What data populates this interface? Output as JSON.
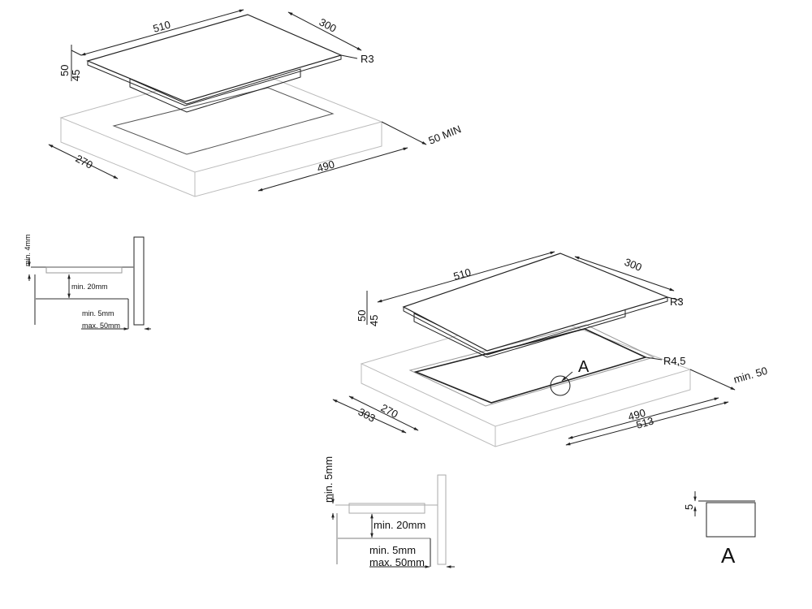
{
  "iso_top": {
    "width": "510",
    "depth": "300",
    "radius": "R3",
    "height_total": "50",
    "height_body": "45",
    "clearance": "50 MIN",
    "cutout_depth": "270",
    "cutout_width": "490"
  },
  "section_left": {
    "min_top": "min. 4mm",
    "min_below": "min. 20mm",
    "min_wall": "min. 5mm",
    "max_wall": "max. 50mm"
  },
  "iso_bottom": {
    "width": "510",
    "depth": "300",
    "radius": "R3",
    "height_total": "50",
    "height_body": "45",
    "cutout_radius": "R4,5",
    "detail_label": "A",
    "clearance": "min. 50",
    "cutout_depth": "270",
    "rebate_depth": "303",
    "cutout_width": "490",
    "rebate_width": "513"
  },
  "section_bottom": {
    "min_top": "min. 5mm",
    "min_below": "min. 20mm",
    "min_wall": "min. 5mm",
    "max_wall": "max. 50mm"
  },
  "detail_a": {
    "depth": "5",
    "label": "A"
  }
}
